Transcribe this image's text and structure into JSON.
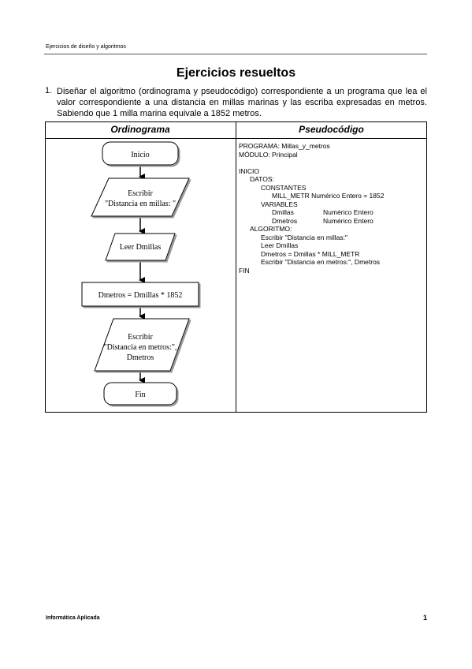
{
  "header": {
    "running_title": "Ejercicios de diseño y algoritmos"
  },
  "title": "Ejercicios resueltos",
  "exercise": {
    "number": "1.",
    "text": "Diseñar el algoritmo (ordinograma y pseudocódigo) correspondiente a un programa que lea el valor correspondiente a una distancia en millas marinas y las escriba expresadas en metros. Sabiendo que 1 milla marina equivale a 1852 metros."
  },
  "table": {
    "col_left": "Ordinograma",
    "col_right": "Pseudocódigo"
  },
  "flowchart": {
    "start": "Inicio",
    "write1": [
      "Escribir",
      "\"Distancia en millas: \""
    ],
    "read": "Leer Dmillas",
    "process": "Dmetros = Dmillas * 1852",
    "write2": [
      "Escribir",
      "\"Distancia en metros:\",",
      "Dmetros"
    ],
    "end": "Fin"
  },
  "pseudocode": {
    "lines": [
      "PROGRAMA: Millas_y_metros",
      "MÓDULO: Principal",
      "",
      "INICIO",
      "DATOS:",
      "CONSTANTES",
      "MILL_METR Numérico Entero = 1852",
      "VARIABLES",
      "Dmillas",
      "Numérico Entero",
      "Dmetros",
      "Numérico Entero",
      "ALGORITMO:",
      "Escribir \"Distancia en millas:\"",
      "Leer Dmillas",
      "Dmetros = Dmillas * MILL_METR",
      "Escribir \"Distancia en metros:\", Dmetros",
      "FIN"
    ]
  },
  "footer": {
    "left": "Informática Aplicada",
    "page": "1"
  }
}
